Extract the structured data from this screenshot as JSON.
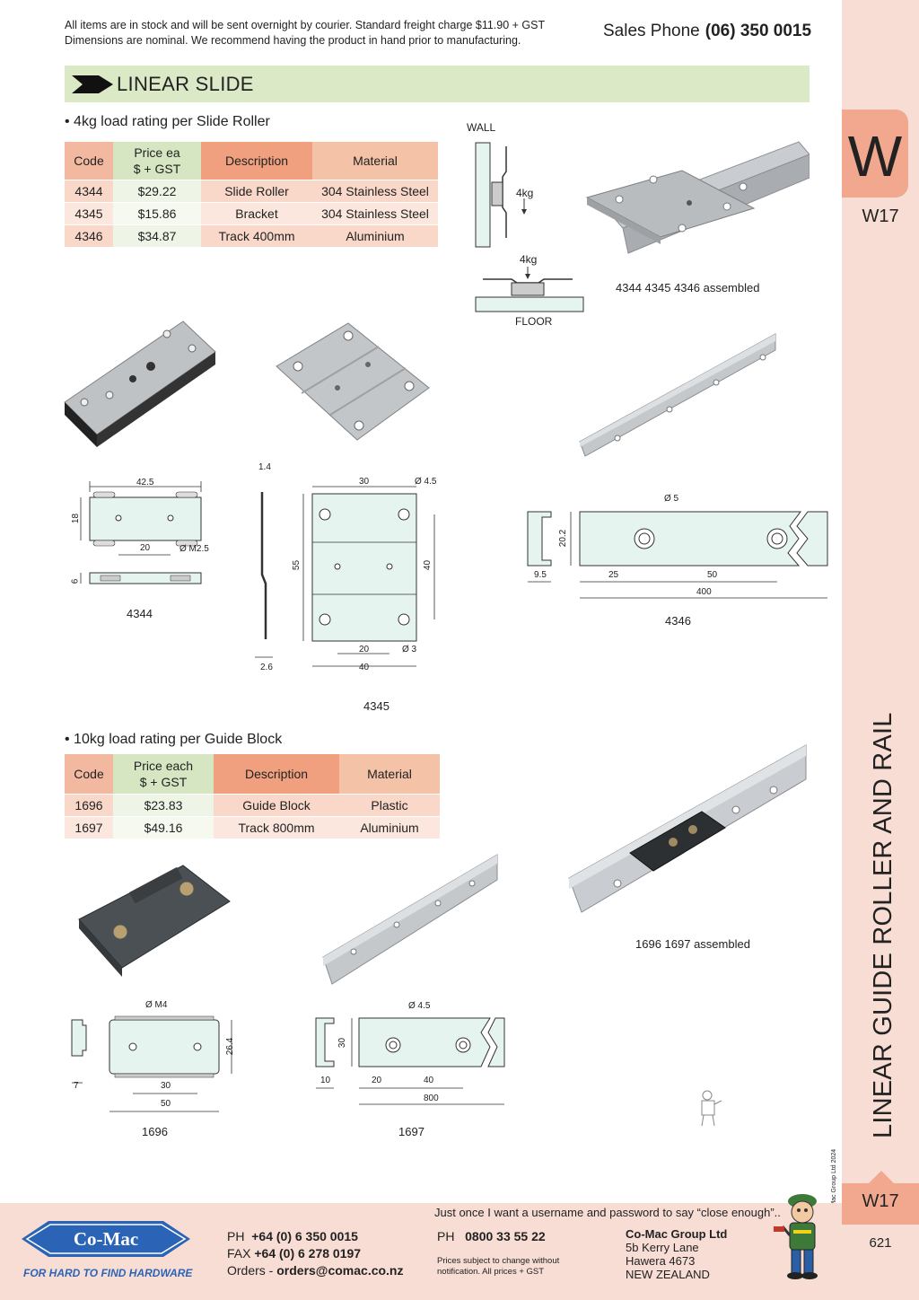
{
  "header": {
    "notice_line1": "All items are in stock and will be sent overnight by courier. Standard freight charge $11.90 + GST",
    "notice_line2": "Dimensions are nominal. We recommend having the product in hand prior to manufacturing.",
    "sales_label": "Sales Phone",
    "sales_phone": "(06) 350 0015"
  },
  "banner": {
    "title": "LINEAR SLIDE"
  },
  "section1": {
    "bullet": "• 4kg load rating per Slide Roller",
    "headers": {
      "code": "Code",
      "price_line1": "Price ea",
      "price_line2": "$ + GST",
      "description": "Description",
      "material": "Material"
    },
    "rows": [
      {
        "code": "4344",
        "price": "$29.22",
        "description": "Slide Roller",
        "material": "304 Stainless Steel"
      },
      {
        "code": "4345",
        "price": "$15.86",
        "description": "Bracket",
        "material": "304 Stainless Steel"
      },
      {
        "code": "4346",
        "price": "$34.87",
        "description": "Track 400mm",
        "material": "Aluminium"
      }
    ],
    "diagram": {
      "wall": "WALL",
      "floor": "FLOOR",
      "load_side": "4kg",
      "load_top": "4kg"
    },
    "assembled_caption": "4344 4345 4346 assembled",
    "drawings": {
      "d4344": {
        "caption": "4344",
        "width": "42.5",
        "height": "18",
        "pitch": "20",
        "hole": "Ø M2.5",
        "thickness": "6"
      },
      "d4345": {
        "caption": "4345",
        "top": "30",
        "hole_large": "Ø 4.5",
        "thick": "1.4",
        "height": "55",
        "inner": "40",
        "pitch": "20",
        "hole_small": "Ø 3",
        "width": "40",
        "offset": "2.6"
      },
      "d4346": {
        "caption": "4346",
        "hole": "Ø 5",
        "height": "20.2",
        "edge": "9.5",
        "first": "25",
        "pitch": "50",
        "length": "400"
      }
    }
  },
  "section2": {
    "bullet": "• 10kg load rating per Guide Block",
    "headers": {
      "code": "Code",
      "price_line1": "Price each",
      "price_line2": "$ + GST",
      "description": "Description",
      "material": "Material"
    },
    "rows": [
      {
        "code": "1696",
        "price": "$23.83",
        "description": "Guide Block",
        "material": "Plastic"
      },
      {
        "code": "1697",
        "price": "$49.16",
        "description": "Track 800mm",
        "material": "Aluminium"
      }
    ],
    "assembled_caption": "1696 1697 assembled",
    "drawings": {
      "d1696": {
        "caption": "1696",
        "hole": "Ø M4",
        "height": "26.4",
        "pitch": "30",
        "width": "50",
        "thickness": "7"
      },
      "d1697": {
        "caption": "1697",
        "hole": "Ø 4.5",
        "height": "30",
        "edge": "10",
        "first": "20",
        "pitch": "40",
        "length": "800"
      }
    }
  },
  "sidebar": {
    "letter": "W",
    "code_top": "W17",
    "vertical_title": "LINEAR GUIDE ROLLER AND RAIL",
    "copyright": "© Co-Mac Group Ltd 2024",
    "code_bottom": "W17",
    "page": "621"
  },
  "footer": {
    "tagline": "Just once I want a username and password to say “close enough”..",
    "logo_text": "Co-Mac",
    "logo_tag": "FOR HARD TO FIND HARDWARE",
    "ph_label": "PH",
    "ph": "+64 (0) 6 350 0015",
    "fax_label": "FAX",
    "fax": "+64 (0) 6 278 0197",
    "orders_label": "Orders -",
    "orders": "orders@comac.co.nz",
    "ph2_label": "PH",
    "ph2": "0800 33 55 22",
    "disclaimer_line1": "Prices subject to change without",
    "disclaimer_line2": "notification. All prices + GST",
    "company": "Co-Mac Group Ltd",
    "address1": "5b Kerry Lane",
    "address2": "Hawera 4673",
    "address3": "NEW ZEALAND"
  },
  "colors": {
    "banner": "#dbe9c6",
    "sidebar": "#f8ddd4",
    "tab": "#f2a88f",
    "drawing_fill": "#e6f4ef",
    "logo_blue": "#2b64b6"
  },
  "icons": [
    "arrow-right-icon",
    "mascot-icon",
    "comac-logo"
  ]
}
